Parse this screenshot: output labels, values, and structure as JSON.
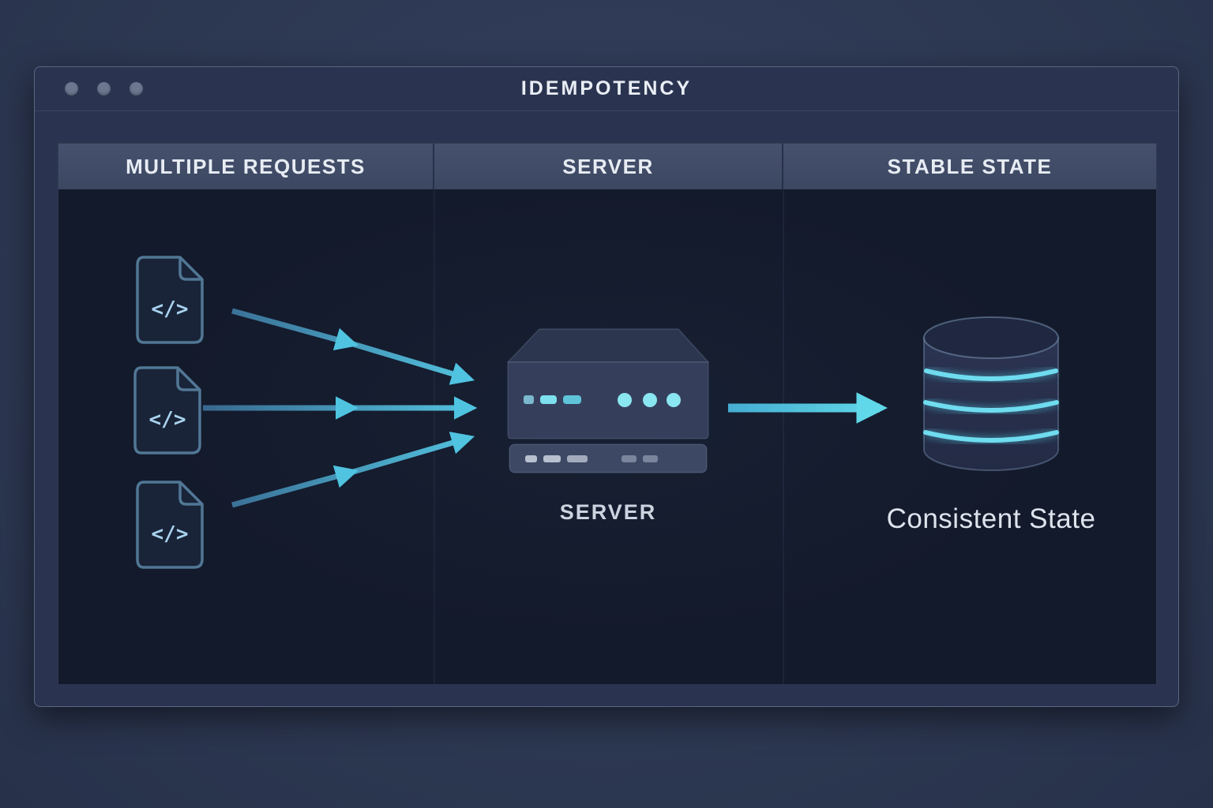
{
  "window": {
    "title": "IDEMPOTENCY"
  },
  "columns": [
    {
      "header": "MULTIPLE REQUESTS"
    },
    {
      "header": "SERVER"
    },
    {
      "header": "STABLE STATE"
    }
  ],
  "requests": {
    "items": [
      {
        "icon": "code-file-icon",
        "label": "</>"
      },
      {
        "icon": "code-file-icon",
        "label": "</>"
      },
      {
        "icon": "code-file-icon",
        "label": "</>"
      }
    ]
  },
  "server": {
    "icon": "server-icon",
    "label": "SERVER"
  },
  "database": {
    "icon": "database-icon",
    "label": "Consistent State"
  },
  "colors": {
    "accent_cyan": "#4fc3e0",
    "arrow_start_blue": "#38678f",
    "window_chrome": "#2a3450",
    "panel_background": "#131a2b",
    "header_background": "#3f4a66",
    "doc_outline": "#517795",
    "database_glow": "#55cfe6"
  }
}
